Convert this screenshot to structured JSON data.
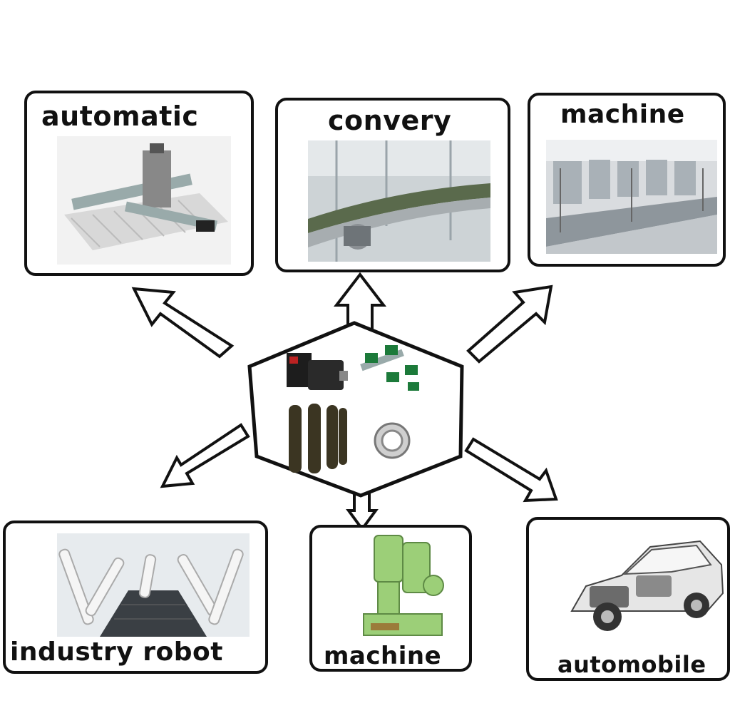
{
  "center": {
    "components": [
      "servo-motor",
      "linear-guide-blocks",
      "drive-chain",
      "ball-bearing"
    ]
  },
  "boxes": {
    "top_left": {
      "label": "automatic",
      "image": "gantry-robot"
    },
    "top_center": {
      "label": "convery",
      "image": "conveyor-line"
    },
    "top_right": {
      "label": "machine",
      "image": "assembly-line"
    },
    "bottom_left": {
      "label": "industry robot",
      "image": "robot-arms"
    },
    "bottom_center": {
      "label": "machine",
      "image": "air-hammer"
    },
    "bottom_right": {
      "label": "automobile",
      "image": "car-cutaway"
    }
  }
}
